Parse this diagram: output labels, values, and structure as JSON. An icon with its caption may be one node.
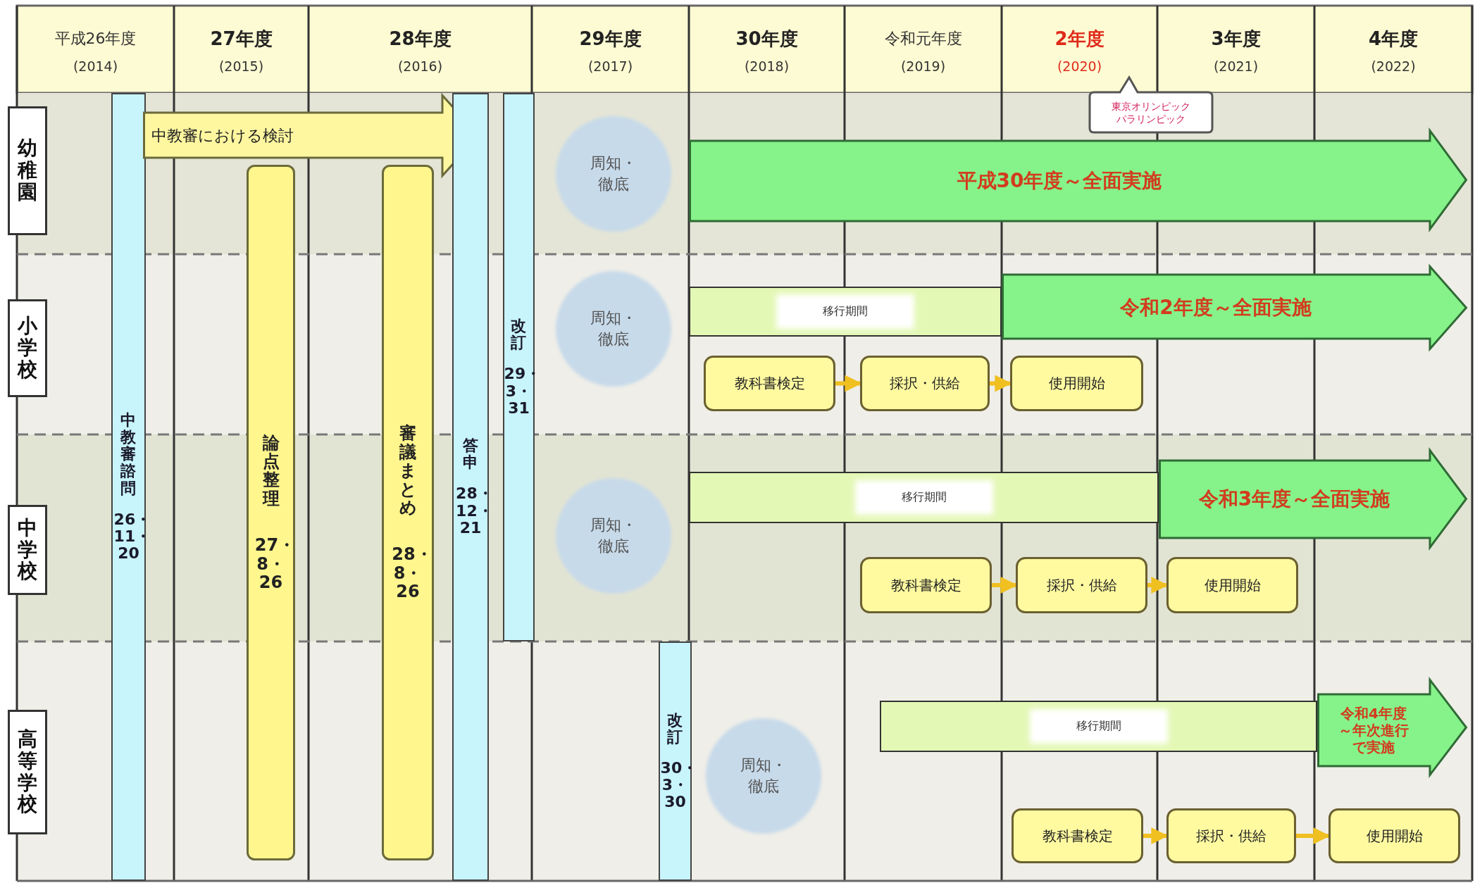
{
  "diagram": {
    "nodes": [
      {
        "text": [
          "幼稚園"
        ]
      },
      {
        "text": [
          "中教審諮問",
          "26・11・20"
        ]
      },
      {
        "text": [
          "中教審における検討"
        ]
      },
      {
        "text": [
          "論点整理",
          "27・8・26"
        ]
      },
      {
        "text": [
          "審議まとめ",
          "28・8・26"
        ]
      },
      {
        "text": [
          "答申",
          "28・12・21"
        ]
      },
      {
        "text": [
          "改訂",
          "29・3・31"
        ]
      },
      {
        "text": [
          "周知・徹底"
        ]
      },
      {
        "text": [
          "平成30年度～全面実施"
        ]
      },
      {
        "text": [
          "東京オリンピックパラリンピック"
        ]
      },
      {
        "text": [
          "小学校"
        ]
      },
      {
        "text": [
          "周知・徹底"
        ]
      },
      {
        "text": [
          "移行期間"
        ]
      },
      {
        "text": [
          "令和2年度～全面実施"
        ]
      },
      {
        "text": [
          "教科書検定"
        ]
      },
      {
        "text": [
          "採択・供給"
        ]
      },
      {
        "text": [
          "使用開始"
        ]
      },
      {
        "text": [
          "中学校"
        ]
      },
      {
        "text": [
          "周知・徹底"
        ]
      },
      {
        "text": [
          "移行期間"
        ]
      },
      {
        "text": [
          "令和3年度～全面実施"
        ]
      },
      {
        "text": [
          "教科書検定"
        ]
      },
      {
        "text": [
          "採択・供給"
        ]
      },
      {
        "text": [
          "使用開始"
        ]
      },
      {
        "text": [
          "高等学校"
        ]
      },
      {
        "text": [
          "改訂",
          "30・3・30"
        ]
      },
      {
        "text": [
          "周知・徹底"
        ]
      },
      {
        "text": [
          "移行期間"
        ]
      },
      {
        "text": [
          "令和4年度～年次進行で実施"
        ]
      },
      {
        "text": [
          "教科書検定"
        ]
      },
      {
        "text": [
          "採択・供給"
        ]
      },
      {
        "text": [
          "使用開始"
        ]
      }
    ],
    "edges": [
      {
        "from": 14,
        "to": 15,
        "arrow": "to"
      },
      {
        "from": 15,
        "to": 16,
        "arrow": "to"
      },
      {
        "from": 21,
        "to": 22,
        "arrow": "to"
      },
      {
        "from": 22,
        "to": 23,
        "arrow": "to"
      },
      {
        "from": 29,
        "to": 30,
        "arrow": "to"
      },
      {
        "from": 30,
        "to": 31,
        "arrow": "to"
      }
    ],
    "labels": [
      "平成26年度",
      "(2014)",
      "27年度",
      "(2015)",
      "28年度",
      "(2016)",
      "29年度",
      "(2017)",
      "30年度",
      "(2018)",
      "令和元年度",
      "(2019)",
      "2年度",
      "(2020)",
      "3年度",
      "(2021)",
      "4年度",
      "(2022)"
    ]
  }
}
